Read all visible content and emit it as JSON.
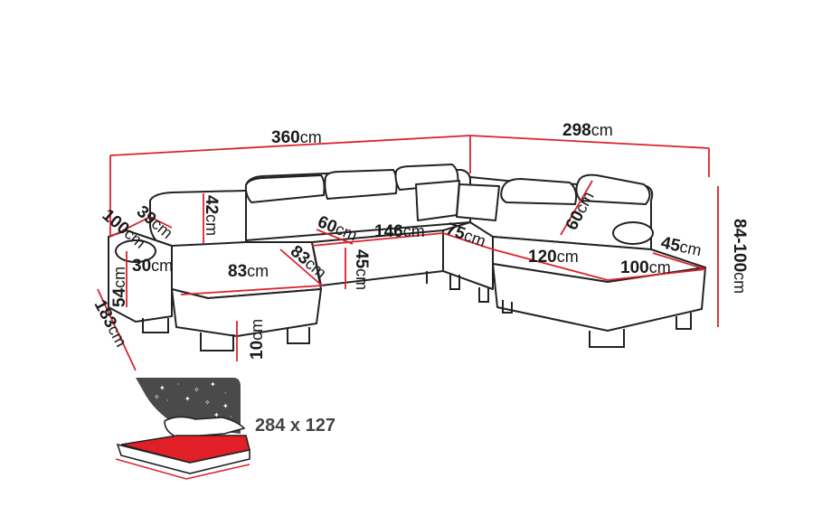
{
  "diagram": {
    "unit": "cm",
    "dimensions": [
      {
        "id": "total-length-left",
        "value": "360"
      },
      {
        "id": "total-length-right",
        "value": "298"
      },
      {
        "id": "overall-height",
        "value": "84-100"
      },
      {
        "id": "armrest-depth",
        "value": "100"
      },
      {
        "id": "armrest-width",
        "value": "39"
      },
      {
        "id": "backrest-height",
        "value": "42"
      },
      {
        "id": "armrest-height",
        "value": "30"
      },
      {
        "id": "total-height-left",
        "value": "54"
      },
      {
        "id": "chaise-depth",
        "value": "183"
      },
      {
        "id": "chaise-seat-depth",
        "value": "83"
      },
      {
        "id": "chaise-seat-width",
        "value": "83"
      },
      {
        "id": "headrest-left",
        "value": "60"
      },
      {
        "id": "middle-seat-width",
        "value": "146"
      },
      {
        "id": "seat-height",
        "value": "45"
      },
      {
        "id": "corner-seat-width",
        "value": "75"
      },
      {
        "id": "leg-height",
        "value": "10"
      },
      {
        "id": "headrest-right",
        "value": "60"
      },
      {
        "id": "right-seat-width",
        "value": "120"
      },
      {
        "id": "right-seat-depth",
        "value": "100"
      },
      {
        "id": "right-arm-width",
        "value": "45"
      }
    ],
    "bed": {
      "label": "284 x 127"
    },
    "colors": {
      "dimension_line": "#d9232e",
      "outline": "#222222",
      "bed_fill": "#e01f26",
      "star_panel": "#4a4a4a"
    }
  }
}
